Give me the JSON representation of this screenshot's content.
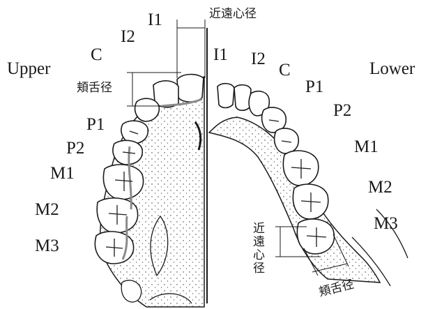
{
  "upper": {
    "jaw_label": "Upper",
    "teeth": [
      "I1",
      "I2",
      "C",
      "P1",
      "P2",
      "M1",
      "M2",
      "M3"
    ]
  },
  "lower": {
    "jaw_label": "Lower",
    "teeth": [
      "I1",
      "I2",
      "C",
      "P1",
      "P2",
      "M1",
      "M2",
      "M3"
    ]
  },
  "dimensions": {
    "mesiodistal_top": "近遠心径",
    "buccolingual_upper": "頬舌径",
    "mesiodistal_lower": "近遠心径",
    "buccolingual_lower": "頬舌径"
  },
  "colors": {
    "ink": "#1a1a1a",
    "shade": "#8a8a8a",
    "stipple": "#333333"
  }
}
